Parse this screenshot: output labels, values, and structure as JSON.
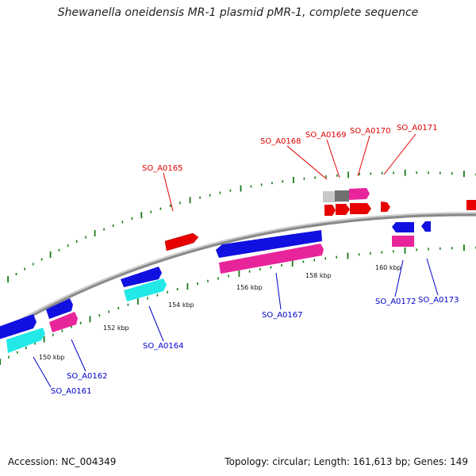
{
  "title": "Shewanella oneidensis MR-1 plasmid pMR-1, complete sequence",
  "footer": {
    "accession": "Accession: NC_004349",
    "info": "Topology: circular; Length: 161,613 bp; Genes: 149"
  },
  "colors": {
    "backbone": "#8a8a8a",
    "tick": "#1a7a1a",
    "gene_red": "#e80000",
    "gene_blue": "#1010e0",
    "gene_pink": "#e8249a",
    "gene_cyan": "#22e8e8",
    "gene_gray_light": "#c8c8c8",
    "gene_gray_dark": "#707070",
    "label_top": "#e00000",
    "label_bottom": "#0000c8"
  },
  "kbp_labels": [
    "150 kbp",
    "152 kbp",
    "154 kbp",
    "156 kbp",
    "158 kbp",
    "160 kbp"
  ],
  "gene_labels_top": [
    "SO_A0165",
    "SO_A0168",
    "SO_A0169",
    "SO_A0170",
    "SO_A0171"
  ],
  "gene_labels_bottom": [
    "SO_A0161",
    "SO_A0162",
    "SO_A0164",
    "SO_A0167",
    "SO_A0172",
    "SO_A0173"
  ]
}
